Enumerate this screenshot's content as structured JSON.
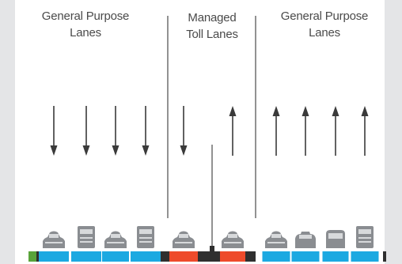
{
  "labels": {
    "left": {
      "line1": "General Purpose",
      "line2": "Lanes"
    },
    "middle": {
      "line1": "Managed",
      "line2": "Toll Lanes"
    },
    "right": {
      "line1": "General Purpose",
      "line2": "Lanes"
    }
  },
  "colors": {
    "general_lane": "#1ca9e1",
    "toll_lane": "#ee4b2b",
    "shoulder": "#2f2f2f",
    "median_green": "#59a33a",
    "divider": "#4a4a4a",
    "arrow": "#3a3a3a",
    "vehicle": "#8a8d91",
    "frame": "#e4e5e7"
  },
  "lanes": [
    {
      "type": "general",
      "direction": "down",
      "vehicle": "car"
    },
    {
      "type": "general",
      "direction": "down",
      "vehicle": "truck"
    },
    {
      "type": "general",
      "direction": "down",
      "vehicle": "car"
    },
    {
      "type": "general",
      "direction": "down",
      "vehicle": "truck"
    },
    {
      "type": "toll",
      "direction": "down",
      "vehicle": "car"
    },
    {
      "type": "toll",
      "direction": "up",
      "vehicle": "car"
    },
    {
      "type": "general",
      "direction": "up",
      "vehicle": "car"
    },
    {
      "type": "general",
      "direction": "up",
      "vehicle": "suv"
    },
    {
      "type": "general",
      "direction": "up",
      "vehicle": "van"
    },
    {
      "type": "general",
      "direction": "up",
      "vehicle": "truck"
    }
  ],
  "icons": {
    "down_arrow": "arrow-down-icon",
    "up_arrow": "arrow-up-icon",
    "car": "car-icon",
    "truck": "truck-icon",
    "suv": "suv-icon",
    "van": "van-icon"
  }
}
